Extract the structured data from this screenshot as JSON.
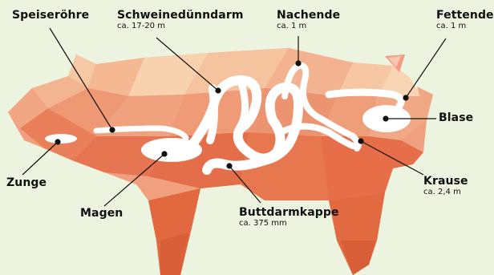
{
  "labels": {
    "speiseroehre": {
      "name": "Speiseröhre"
    },
    "schweineduenndarm": {
      "name": "Schweinedünndarm",
      "length": "ca. 17-20 m"
    },
    "nachende": {
      "name": "Nachende",
      "length": "ca. 1 m"
    },
    "fettende": {
      "name": "Fettende",
      "length": "ca. 1 m"
    },
    "blase": {
      "name": "Blase"
    },
    "zunge": {
      "name": "Zunge"
    },
    "magen": {
      "name": "Magen"
    },
    "buttdarmkappe": {
      "name": "Buttdarmkappe",
      "length": "ca. 375 mm"
    },
    "krause": {
      "name": "Krause",
      "length": "ca. 2,4 m"
    }
  },
  "colors": {
    "background": "#ecf3df",
    "body_light": "#f6c9a4",
    "body_mid": "#f1a07c",
    "body_dark": "#e56a45",
    "organs": "#ffffff",
    "leader_lines": "#111111"
  }
}
